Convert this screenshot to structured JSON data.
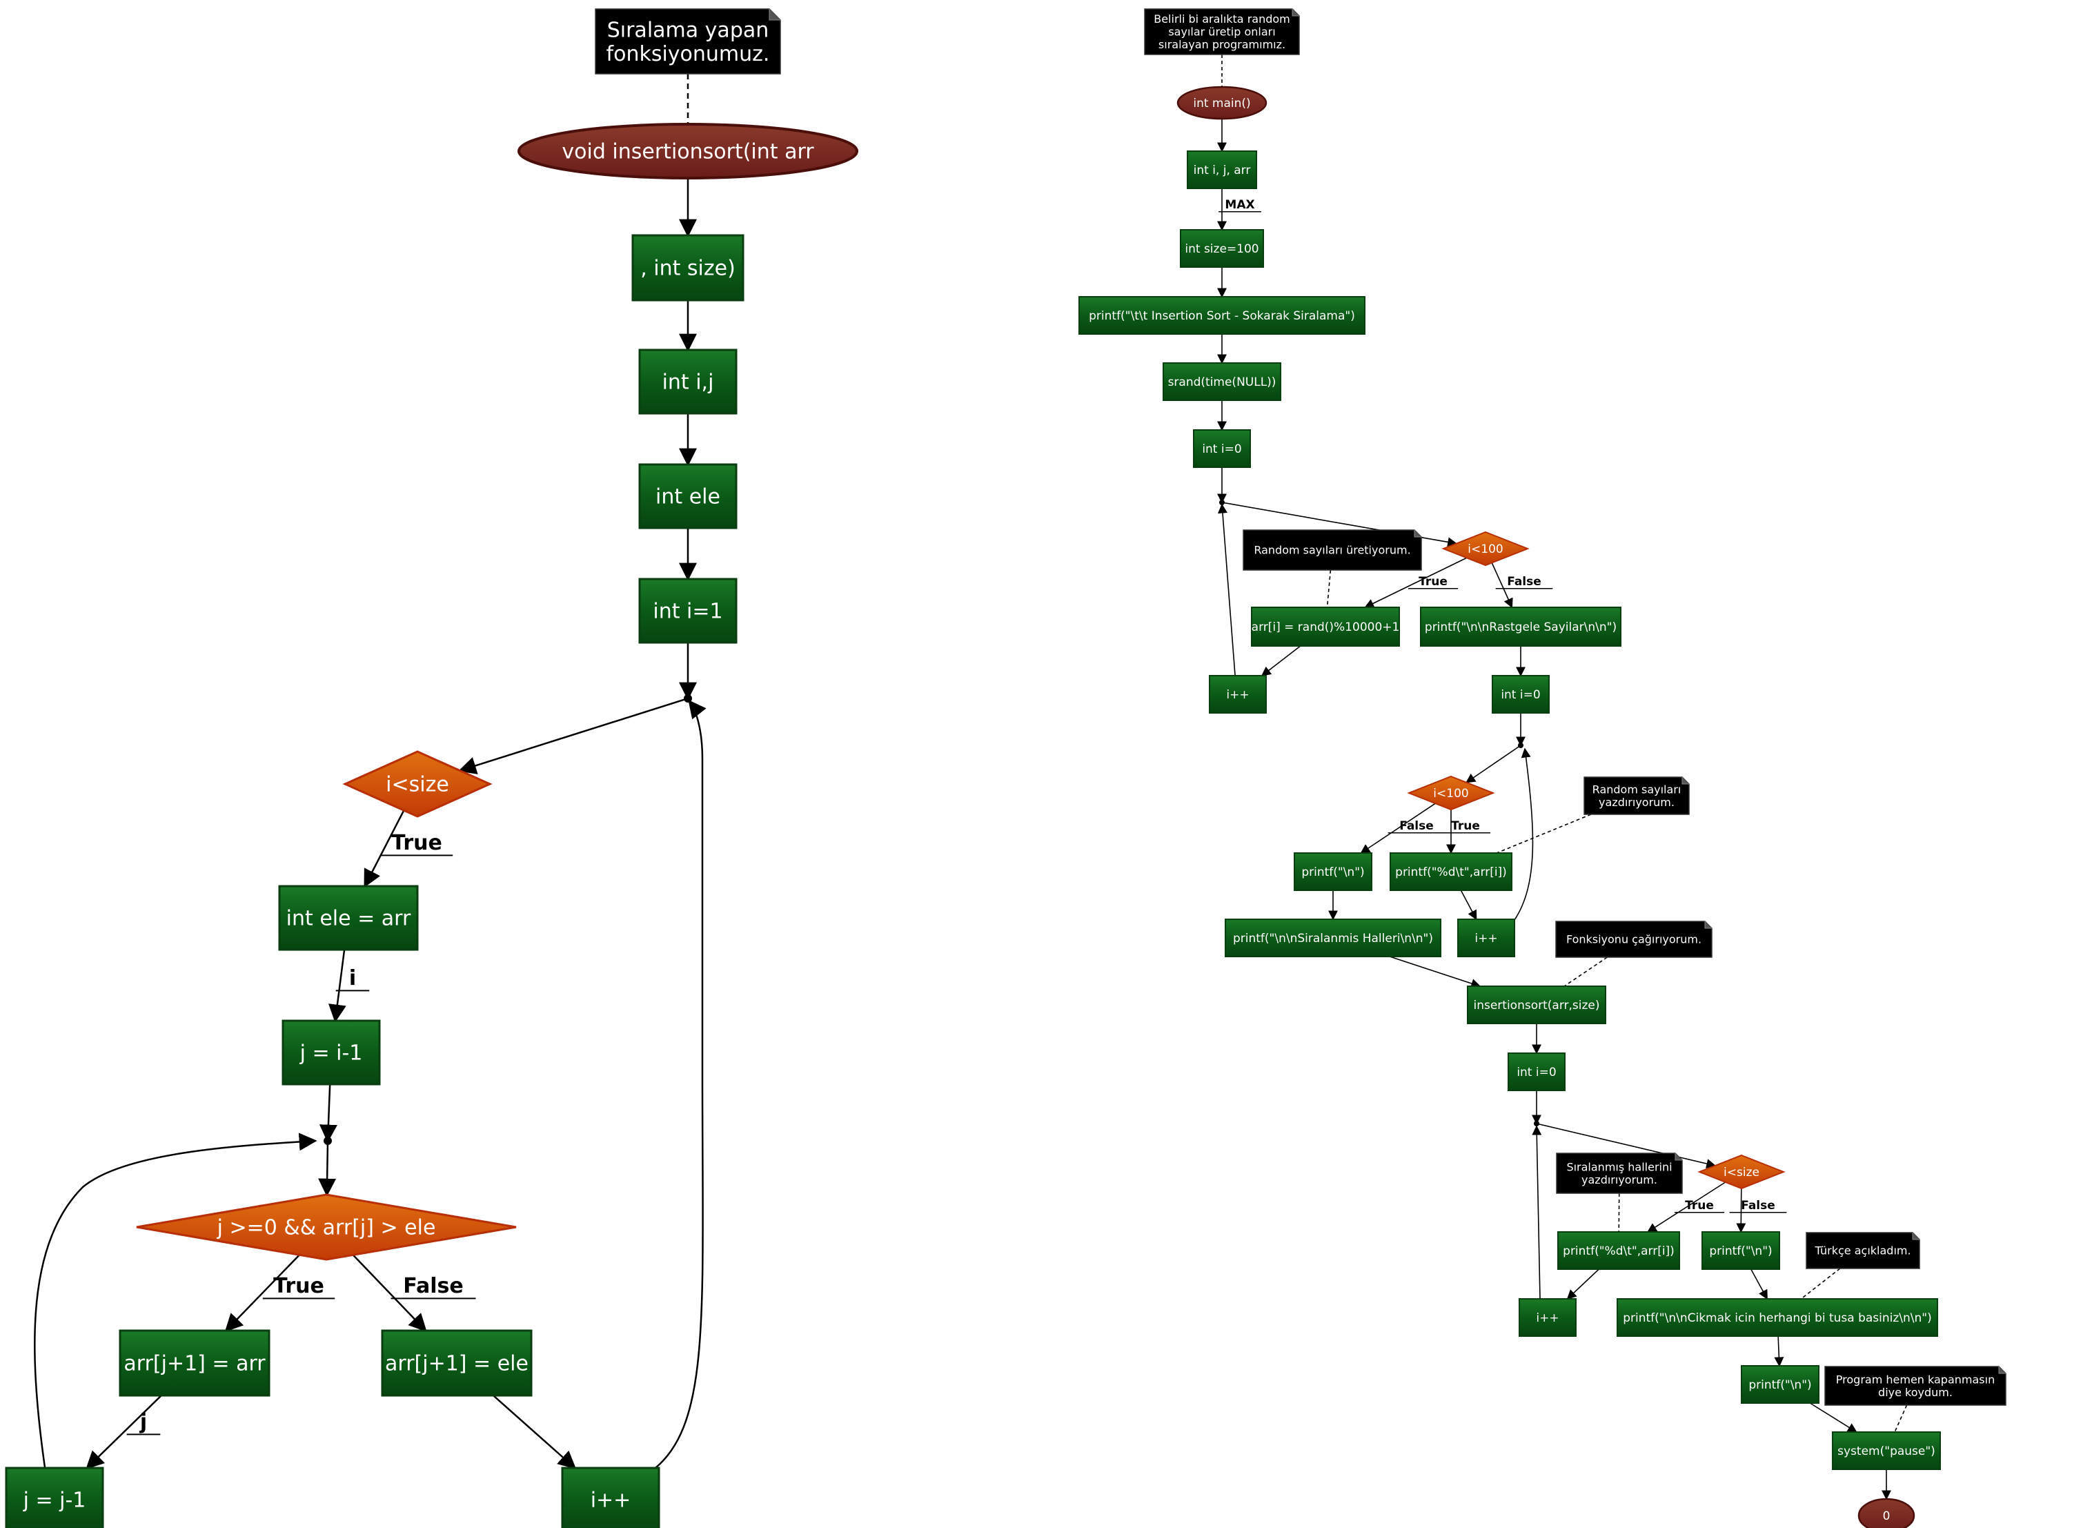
{
  "colors": {
    "process_fill": "#0b5a17",
    "process_stroke": "#0a3d10",
    "decision_fill": "#d1480a",
    "decision_stroke": "#b82e06",
    "terminal_fill": "#7a2a22",
    "terminal_stroke": "#4a0f0a",
    "note_fill": "#000000",
    "edge": "#000000"
  },
  "flowcharts": [
    {
      "nodes": [
        {
          "id": "L_note",
          "type": "note",
          "lines": [
            "Sıralama yapan",
            "fonksiyonumuz."
          ]
        },
        {
          "id": "L_start",
          "type": "terminal",
          "lines": [
            "void  insertionsort(int arr"
          ]
        },
        {
          "id": "L_size",
          "type": "process",
          "lines": [
            ", int size)"
          ]
        },
        {
          "id": "L_ij",
          "type": "process",
          "lines": [
            "int i,j"
          ]
        },
        {
          "id": "L_ele",
          "type": "process",
          "lines": [
            "int ele"
          ]
        },
        {
          "id": "L_i1",
          "type": "process",
          "lines": [
            "int i=1"
          ]
        },
        {
          "id": "L_j1",
          "type": "junction"
        },
        {
          "id": "L_cond1",
          "type": "decision",
          "lines": [
            "i<size"
          ]
        },
        {
          "id": "L_elearr",
          "type": "process",
          "lines": [
            "int ele = arr"
          ]
        },
        {
          "id": "L_jim1",
          "type": "process",
          "lines": [
            "j = i-1"
          ]
        },
        {
          "id": "L_j2",
          "type": "junction"
        },
        {
          "id": "L_cond2",
          "type": "decision",
          "lines": [
            "j >=0 && arr[j] > ele"
          ]
        },
        {
          "id": "L_arrT",
          "type": "process",
          "lines": [
            "arr[j+1] = arr"
          ]
        },
        {
          "id": "L_arrF",
          "type": "process",
          "lines": [
            "arr[j+1] = ele"
          ]
        },
        {
          "id": "L_jjm1",
          "type": "process",
          "lines": [
            "j = j-1"
          ]
        },
        {
          "id": "L_ipp",
          "type": "process",
          "lines": [
            "i++"
          ]
        }
      ],
      "edges": [
        {
          "from": "L_note",
          "to": "L_start",
          "style": "dashed"
        },
        {
          "from": "L_start",
          "to": "L_size"
        },
        {
          "from": "L_size",
          "to": "L_ij"
        },
        {
          "from": "L_ij",
          "to": "L_ele"
        },
        {
          "from": "L_ele",
          "to": "L_i1"
        },
        {
          "from": "L_i1",
          "to": "L_j1"
        },
        {
          "from": "L_j1",
          "to": "L_cond1"
        },
        {
          "from": "L_cond1",
          "to": "L_elearr",
          "label": "True"
        },
        {
          "from": "L_elearr",
          "to": "L_jim1",
          "label": "i"
        },
        {
          "from": "L_jim1",
          "to": "L_j2"
        },
        {
          "from": "L_j2",
          "to": "L_cond2"
        },
        {
          "from": "L_cond2",
          "to": "L_arrT",
          "label": "True"
        },
        {
          "from": "L_cond2",
          "to": "L_arrF",
          "label": "False"
        },
        {
          "from": "L_arrT",
          "to": "L_jjm1",
          "label": "j"
        },
        {
          "from": "L_jjm1",
          "to": "L_j2"
        },
        {
          "from": "L_arrF",
          "to": "L_ipp"
        },
        {
          "from": "L_ipp",
          "to": "L_j1"
        }
      ]
    },
    {
      "nodes": [
        {
          "id": "R_note1",
          "type": "note",
          "lines": [
            "Belirli bi aralıkta random",
            "sayılar üretip onları",
            "sıralayan programımız."
          ]
        },
        {
          "id": "R_main",
          "type": "terminal",
          "lines": [
            "int main()"
          ]
        },
        {
          "id": "R_ijarr",
          "type": "process",
          "lines": [
            "int i, j, arr"
          ]
        },
        {
          "id": "R_size",
          "type": "process",
          "lines": [
            "int size=100"
          ]
        },
        {
          "id": "R_printf1",
          "type": "process",
          "lines": [
            "printf(\"\\t\\t      Insertion Sort - Sokarak Siralama\")"
          ]
        },
        {
          "id": "R_srand",
          "type": "process",
          "lines": [
            "srand(time(NULL))"
          ]
        },
        {
          "id": "R_i0a",
          "type": "process",
          "lines": [
            "int i=0"
          ]
        },
        {
          "id": "R_ja",
          "type": "junction"
        },
        {
          "id": "R_c1",
          "type": "decision",
          "lines": [
            "i<100"
          ]
        },
        {
          "id": "R_note2",
          "type": "note",
          "lines": [
            "Random sayıları üretiyorum."
          ]
        },
        {
          "id": "R_rand",
          "type": "process",
          "lines": [
            "arr[i] = rand()%10000+1"
          ]
        },
        {
          "id": "R_ippa",
          "type": "process",
          "lines": [
            "i++"
          ]
        },
        {
          "id": "R_prand",
          "type": "process",
          "lines": [
            "printf(\"\\n\\nRastgele Sayilar\\n\\n\")"
          ]
        },
        {
          "id": "R_i0b",
          "type": "process",
          "lines": [
            "int i=0"
          ]
        },
        {
          "id": "R_jb",
          "type": "junction"
        },
        {
          "id": "R_c2",
          "type": "decision",
          "lines": [
            "i<100"
          ]
        },
        {
          "id": "R_note3",
          "type": "note",
          "lines": [
            "Random sayıları",
            "yazdırıyorum."
          ]
        },
        {
          "id": "R_pn1",
          "type": "process",
          "lines": [
            "printf(\"\\n\")"
          ]
        },
        {
          "id": "R_pd1",
          "type": "process",
          "lines": [
            "printf(\"%d\\t\",arr[i])"
          ]
        },
        {
          "id": "R_ippb",
          "type": "process",
          "lines": [
            "i++"
          ]
        },
        {
          "id": "R_psir",
          "type": "process",
          "lines": [
            "printf(\"\\n\\nSiralanmis Halleri\\n\\n\")"
          ]
        },
        {
          "id": "R_note4",
          "type": "note",
          "lines": [
            "Fonksiyonu çağırıyorum."
          ]
        },
        {
          "id": "R_call",
          "type": "process",
          "lines": [
            "insertionsort(arr,size)"
          ]
        },
        {
          "id": "R_i0c",
          "type": "process",
          "lines": [
            "int i=0"
          ]
        },
        {
          "id": "R_jc",
          "type": "junction"
        },
        {
          "id": "R_c3",
          "type": "decision",
          "lines": [
            "i<size"
          ]
        },
        {
          "id": "R_note5",
          "type": "note",
          "lines": [
            "Sıralanmış hallerini",
            "yazdırıyorum."
          ]
        },
        {
          "id": "R_pd2",
          "type": "process",
          "lines": [
            "printf(\"%d\\t\",arr[i])"
          ]
        },
        {
          "id": "R_pn2",
          "type": "process",
          "lines": [
            "printf(\"\\n\")"
          ]
        },
        {
          "id": "R_note6",
          "type": "note",
          "lines": [
            "Türkçe açıkladım."
          ]
        },
        {
          "id": "R_ippc",
          "type": "process",
          "lines": [
            "i++"
          ]
        },
        {
          "id": "R_pcik",
          "type": "process",
          "lines": [
            "printf(\"\\n\\nCikmak icin herhangi bi tusa basiniz\\n\\n\")"
          ]
        },
        {
          "id": "R_pn3",
          "type": "process",
          "lines": [
            "printf(\"\\n\")"
          ]
        },
        {
          "id": "R_note7",
          "type": "note",
          "lines": [
            "Program hemen kapanmasın",
            "diye koydum."
          ]
        },
        {
          "id": "R_pause",
          "type": "process",
          "lines": [
            "system(\"pause\")"
          ]
        },
        {
          "id": "R_end",
          "type": "terminal",
          "lines": [
            "0"
          ]
        }
      ],
      "edges": [
        {
          "from": "R_note1",
          "to": "R_main",
          "style": "dashed"
        },
        {
          "from": "R_main",
          "to": "R_ijarr"
        },
        {
          "from": "R_ijarr",
          "to": "R_size",
          "label": "MAX"
        },
        {
          "from": "R_size",
          "to": "R_printf1"
        },
        {
          "from": "R_printf1",
          "to": "R_srand"
        },
        {
          "from": "R_srand",
          "to": "R_i0a"
        },
        {
          "from": "R_i0a",
          "to": "R_ja"
        },
        {
          "from": "R_ja",
          "to": "R_c1"
        },
        {
          "from": "R_c1",
          "to": "R_rand",
          "label": "True"
        },
        {
          "from": "R_c1",
          "to": "R_prand",
          "label": "False"
        },
        {
          "from": "R_note2",
          "to": "R_rand",
          "style": "dashed"
        },
        {
          "from": "R_rand",
          "to": "R_ippa"
        },
        {
          "from": "R_ippa",
          "to": "R_ja"
        },
        {
          "from": "R_prand",
          "to": "R_i0b"
        },
        {
          "from": "R_i0b",
          "to": "R_jb"
        },
        {
          "from": "R_jb",
          "to": "R_c2"
        },
        {
          "from": "R_c2",
          "to": "R_pn1",
          "label": "False"
        },
        {
          "from": "R_c2",
          "to": "R_pd1",
          "label": "True"
        },
        {
          "from": "R_note3",
          "to": "R_pd1",
          "style": "dashed"
        },
        {
          "from": "R_pd1",
          "to": "R_ippb"
        },
        {
          "from": "R_ippb",
          "to": "R_jb"
        },
        {
          "from": "R_pn1",
          "to": "R_psir"
        },
        {
          "from": "R_psir",
          "to": "R_call"
        },
        {
          "from": "R_note4",
          "to": "R_call",
          "style": "dashed"
        },
        {
          "from": "R_call",
          "to": "R_i0c"
        },
        {
          "from": "R_i0c",
          "to": "R_jc"
        },
        {
          "from": "R_jc",
          "to": "R_c3"
        },
        {
          "from": "R_c3",
          "to": "R_pd2",
          "label": "True"
        },
        {
          "from": "R_c3",
          "to": "R_pn2",
          "label": "False"
        },
        {
          "from": "R_note5",
          "to": "R_pd2",
          "style": "dashed"
        },
        {
          "from": "R_pd2",
          "to": "R_ippc"
        },
        {
          "from": "R_ippc",
          "to": "R_jc"
        },
        {
          "from": "R_pn2",
          "to": "R_pcik"
        },
        {
          "from": "R_note6",
          "to": "R_pcik",
          "style": "dashed"
        },
        {
          "from": "R_pcik",
          "to": "R_pn3"
        },
        {
          "from": "R_pn3",
          "to": "R_pause"
        },
        {
          "from": "R_note7",
          "to": "R_pause",
          "style": "dashed"
        },
        {
          "from": "R_pause",
          "to": "R_end"
        }
      ]
    }
  ]
}
